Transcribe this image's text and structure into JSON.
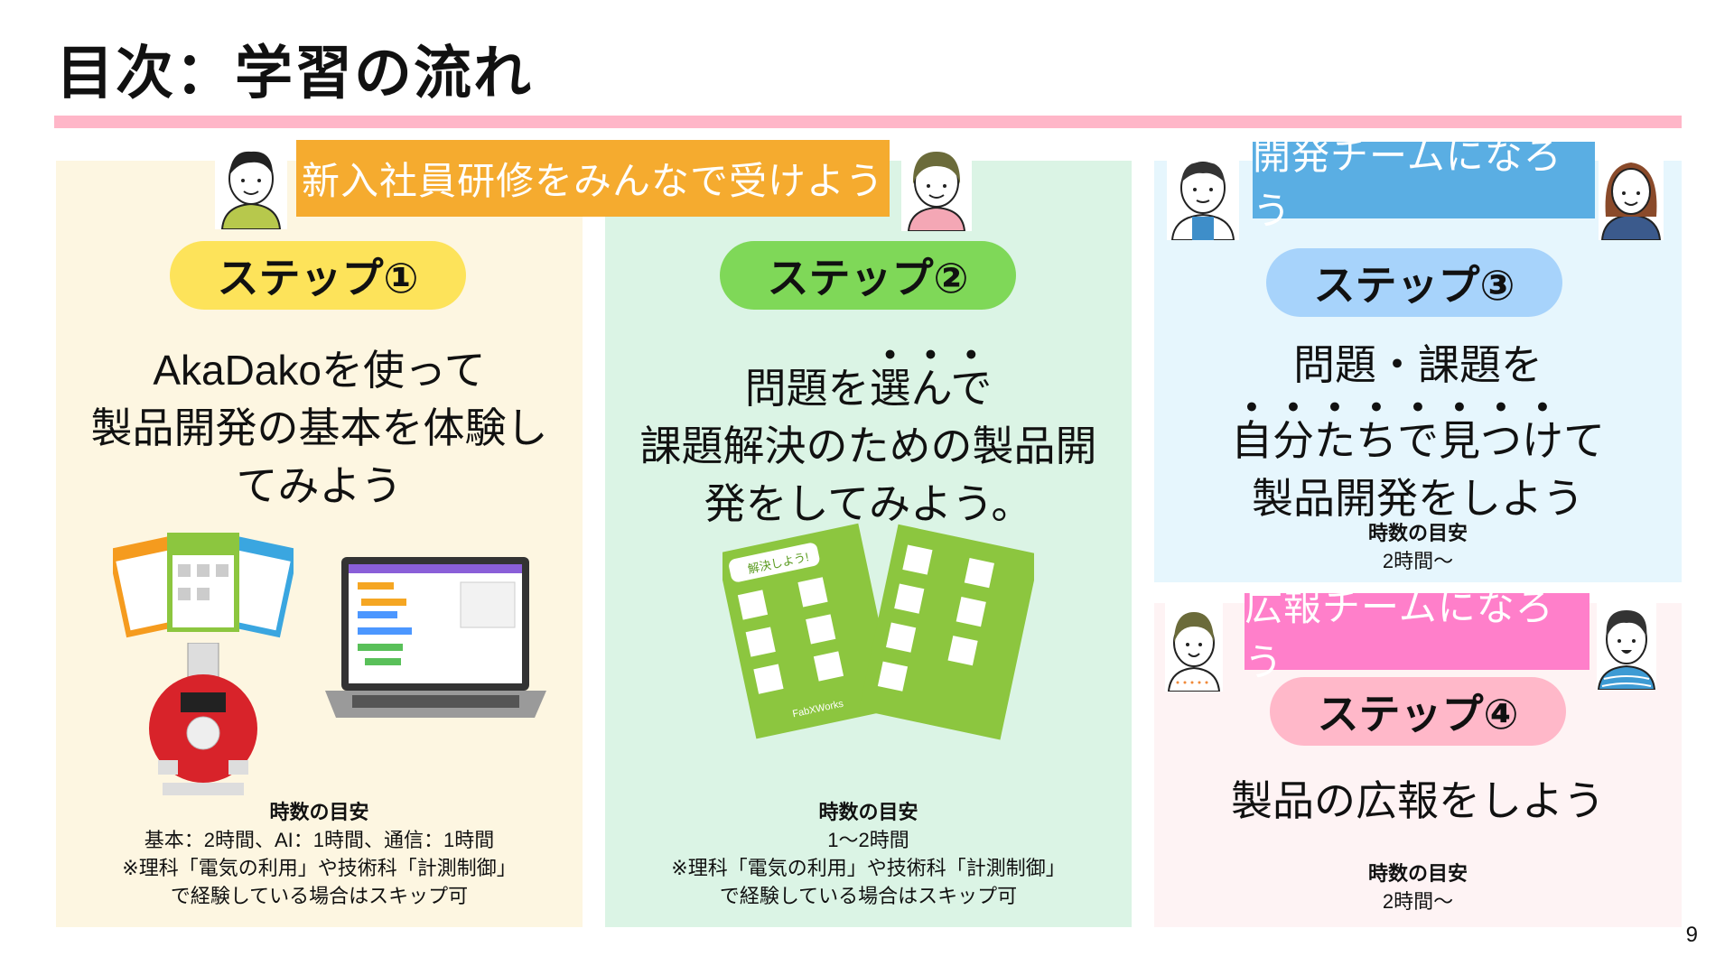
{
  "title": "目次：学習の流れ",
  "page_number": "9",
  "banners": {
    "onboarding": "新入社員研修をみんなで受けよう",
    "dev_team": "開発チームになろう",
    "pr_team": "広報チームになろう"
  },
  "steps": [
    {
      "label": "ステップ①",
      "lines": [
        "AkaDakoを使って",
        "製品開発の基本を体験し",
        "てみよう"
      ],
      "time_title": "時数の目安",
      "time_lines": [
        "基本：2時間、AI：1時間、通信：1時間",
        "※理科「電気の利用」や技術科「計測制御」",
        "で経験している場合はスキップ可"
      ]
    },
    {
      "label": "ステップ②",
      "line1_pre": "問題を",
      "line1_emph": "選んで",
      "lines": [
        "課題解決のための製品開",
        "発をしてみよう。"
      ],
      "time_title": "時数の目安",
      "time_lines": [
        "1～2時間",
        "※理科「電気の利用」や技術科「計測制御」",
        "で経験している場合はスキップ可"
      ]
    },
    {
      "label": "ステップ③",
      "line1": "問題・課題を",
      "line2_emph": "自分たちで見つけ",
      "line2_post": "て",
      "line3": "製品開発をしよう",
      "time_title": "時数の目安",
      "time_lines": [
        "2時間～"
      ]
    },
    {
      "label": "ステップ④",
      "line1": "製品の広報をしよう",
      "time_title": "時数の目安",
      "time_lines": [
        "2時間～"
      ]
    }
  ],
  "worksheet_texts": {
    "sheet_title": "解決しよう!",
    "brand": "FabXWorks"
  },
  "colors": {
    "step1": "#fde35a",
    "step2": "#7fd858",
    "step3": "#a7d3fb",
    "step4": "#ffb8c9",
    "orange": "#f5ab2f",
    "blue": "#5aaee3",
    "pink": "#ff7fca"
  }
}
